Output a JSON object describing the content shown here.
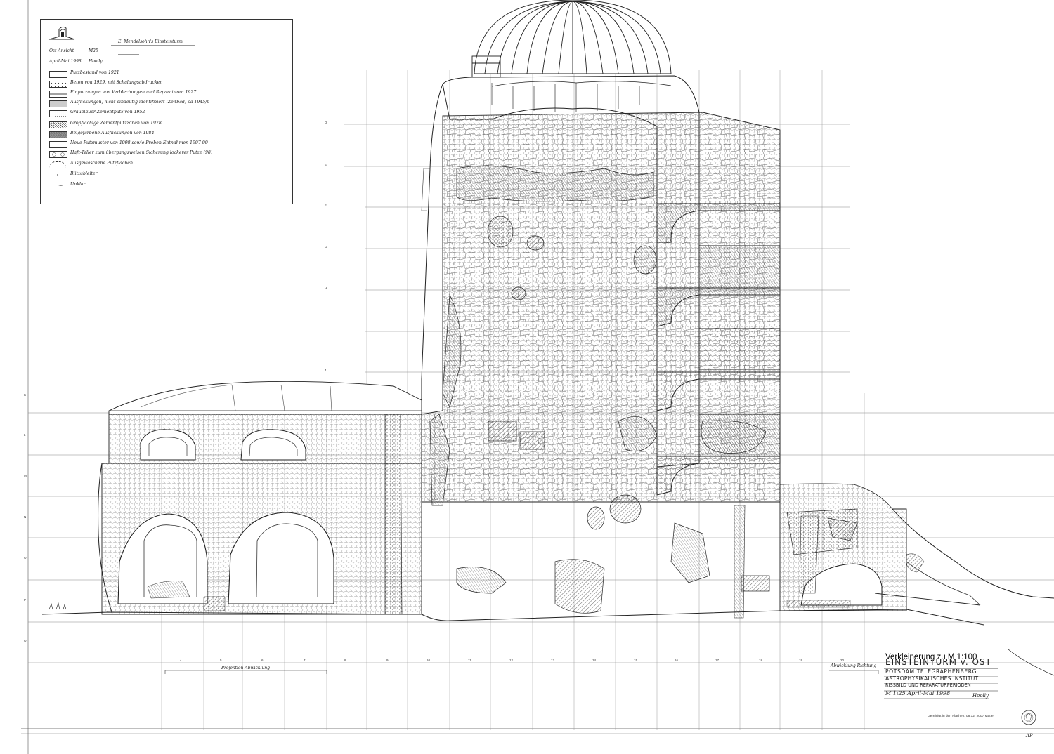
{
  "legend": {
    "header": {
      "architect": "E. Mendelsohn's Einsteinturm",
      "view": "Ost Ansicht",
      "scale": "M25",
      "date": "April-Mai 1998",
      "author": "Hoolly"
    },
    "items": [
      {
        "label": "Putzbestand von 1921",
        "swatch": "blank"
      },
      {
        "label": "Beton von 1929, mit Schalungsabdrucken",
        "swatch": "dots"
      },
      {
        "label": "Einputzungen von Verblechungen und Reparaturen 1927",
        "swatch": "line"
      },
      {
        "label": "Ausflickungen, nicht eindeutig identifiziert (Zeitbad) ca 1945/6",
        "swatch": "stipple"
      },
      {
        "label": "Graublauer Zementputz von 1952",
        "swatch": "light"
      },
      {
        "label": "Großflächige Zementputzzonen von 1978",
        "swatch": "hatch"
      },
      {
        "label": "Beigefarbene Ausflickungen von 1984",
        "swatch": "dark"
      },
      {
        "label": "Neue Putzmuster von 1998 sowie Proben-Entnahmen 1997-99",
        "swatch": "sample"
      },
      {
        "label": "Haft-Teller zum übergangsweisen Sicherung lockerer Putze (98)",
        "swatch": "circles"
      },
      {
        "label": "Ausgewaschene Putzflächen",
        "swatch": "wash"
      },
      {
        "label": "Blitzableiter",
        "swatch": "dot"
      },
      {
        "label": "Unklar",
        "swatch": "unclear"
      }
    ]
  },
  "grid": {
    "row_labels": [
      "D",
      "E",
      "F",
      "G",
      "H",
      "I",
      "J",
      "K",
      "L",
      "M",
      "N",
      "O",
      "P",
      "Q"
    ],
    "column_labels": [
      "4",
      "5",
      "6",
      "7",
      "8",
      "9",
      "10",
      "11",
      "12",
      "13",
      "14",
      "15",
      "16",
      "17",
      "18",
      "19",
      "20"
    ],
    "annotation_left": "Projektion Abwicklung",
    "annotation_right": "Abwicklung Richtung"
  },
  "title_block": {
    "reduction": "Verkleinerung zu M 1:100",
    "title": "EINSTEINTURM v. OST",
    "line1": "POTSDAM TELEGRAPHENBERG",
    "line2": "ASTROPHYSIKALISCHES INSTITUT",
    "line3": "RISSBILD UND REPARATURPERIODEN",
    "line4": "M 1:25 April-Mai 1998",
    "signature": "Hoolly"
  },
  "footer_note": "Gereinigt in den Flächen, 08.12. 2007 Matter",
  "corner_mark": "AP"
}
